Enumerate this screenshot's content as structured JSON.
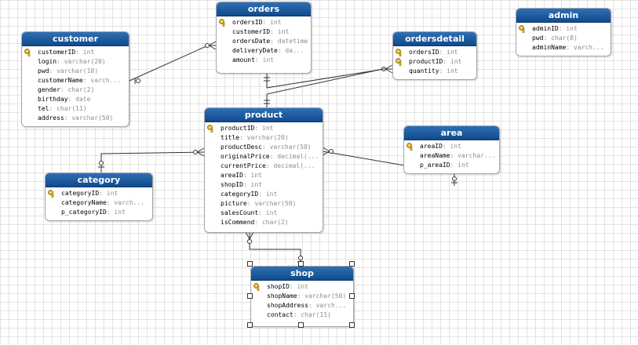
{
  "entities": {
    "customer": {
      "title": "customer",
      "fields": [
        {
          "name": "customerID",
          "type": ": int",
          "pk": true
        },
        {
          "name": "login",
          "type": ": varchar(20)",
          "pk": false
        },
        {
          "name": "pwd",
          "type": ": varchar(10)",
          "pk": false
        },
        {
          "name": "customerName",
          "type": ": varch...",
          "pk": false
        },
        {
          "name": "gender",
          "type": ": char(2)",
          "pk": false
        },
        {
          "name": "birthday",
          "type": ": date",
          "pk": false
        },
        {
          "name": "tel",
          "type": ": char(11)",
          "pk": false
        },
        {
          "name": "address",
          "type": ": varchar(50)",
          "pk": false
        }
      ]
    },
    "orders": {
      "title": "orders",
      "fields": [
        {
          "name": "ordersID",
          "type": ": int",
          "pk": true
        },
        {
          "name": "customerID",
          "type": ": int",
          "pk": false
        },
        {
          "name": "ordersDate",
          "type": ": datetime",
          "pk": false
        },
        {
          "name": "deliveryDate",
          "type": ": da...",
          "pk": false
        },
        {
          "name": "amount",
          "type": ": int",
          "pk": false
        }
      ]
    },
    "ordersdetail": {
      "title": "ordersdetail",
      "fields": [
        {
          "name": "ordersID",
          "type": ": int",
          "pk": true
        },
        {
          "name": "productID",
          "type": ": int",
          "pk": true
        },
        {
          "name": "quantity",
          "type": ": int",
          "pk": false
        }
      ]
    },
    "admin": {
      "title": "admin",
      "fields": [
        {
          "name": "adminID",
          "type": ": int",
          "pk": true
        },
        {
          "name": "pwd",
          "type": ": char(8)",
          "pk": false
        },
        {
          "name": "adminName",
          "type": ": varch...",
          "pk": false
        }
      ]
    },
    "product": {
      "title": "product",
      "fields": [
        {
          "name": "productID",
          "type": ": int",
          "pk": true
        },
        {
          "name": "title",
          "type": ": varchar(20)",
          "pk": false
        },
        {
          "name": "productDesc",
          "type": ": varchar(50)",
          "pk": false
        },
        {
          "name": "originalPrice",
          "type": ": decimal(...",
          "pk": false
        },
        {
          "name": "currentPrice",
          "type": ": decimal(...",
          "pk": false
        },
        {
          "name": "areaID",
          "type": ": int",
          "pk": false
        },
        {
          "name": "shopID",
          "type": ": int",
          "pk": false
        },
        {
          "name": "categoryID",
          "type": ": int",
          "pk": false
        },
        {
          "name": "picture",
          "type": ": varchar(50)",
          "pk": false
        },
        {
          "name": "salesCount",
          "type": ": int",
          "pk": false
        },
        {
          "name": "isCommend",
          "type": ": char(2)",
          "pk": false
        }
      ]
    },
    "area": {
      "title": "area",
      "fields": [
        {
          "name": "areaID",
          "type": ": int",
          "pk": true
        },
        {
          "name": "areaName",
          "type": ": varchar...",
          "pk": false
        },
        {
          "name": "p_areaID",
          "type": ": int",
          "pk": false
        }
      ]
    },
    "category": {
      "title": "category",
      "fields": [
        {
          "name": "categoryID",
          "type": ": int",
          "pk": true
        },
        {
          "name": "categoryName",
          "type": ": varch...",
          "pk": false
        },
        {
          "name": "p_categoryID",
          "type": ": int",
          "pk": false
        }
      ]
    },
    "shop": {
      "title": "shop",
      "fields": [
        {
          "name": "shopID",
          "type": ": int",
          "pk": true
        },
        {
          "name": "shopName",
          "type": ": varchar(50)",
          "pk": false
        },
        {
          "name": "shopAddress",
          "type": ": varch...",
          "pk": false
        },
        {
          "name": "contact",
          "type": ": char(11)",
          "pk": false
        }
      ]
    }
  },
  "colors": {
    "header_top": "#2f6fb5",
    "header_bottom": "#0f4a8c",
    "field_type": "#8c8c8c",
    "key_icon": "#e0b020"
  }
}
